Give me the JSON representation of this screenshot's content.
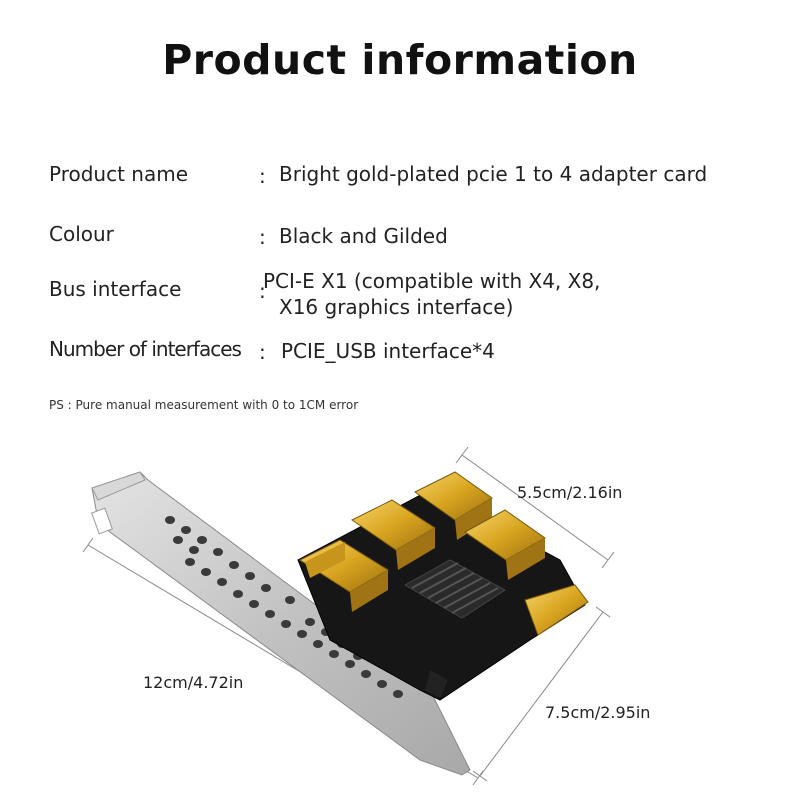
{
  "title": "Product information",
  "specs": [
    {
      "label": "Product name",
      "value": "Bright gold-plated pcie 1 to 4 adapter card"
    },
    {
      "label": "Colour",
      "value": "Black and Gilded"
    },
    {
      "label": "Bus interface",
      "value_lines": [
        "PCI-E X1 (compatible with X4, X8,",
        "X16 graphics interface)"
      ]
    },
    {
      "label": "Number of interfaces",
      "value": "PCIE_USB interface*4"
    }
  ],
  "colon": ":",
  "note": "PS : Pure manual measurement with 0 to 1CM error",
  "dimensions": {
    "width": "5.5cm/2.16in",
    "length": "12cm/4.72in",
    "height": "7.5cm/2.95in"
  }
}
